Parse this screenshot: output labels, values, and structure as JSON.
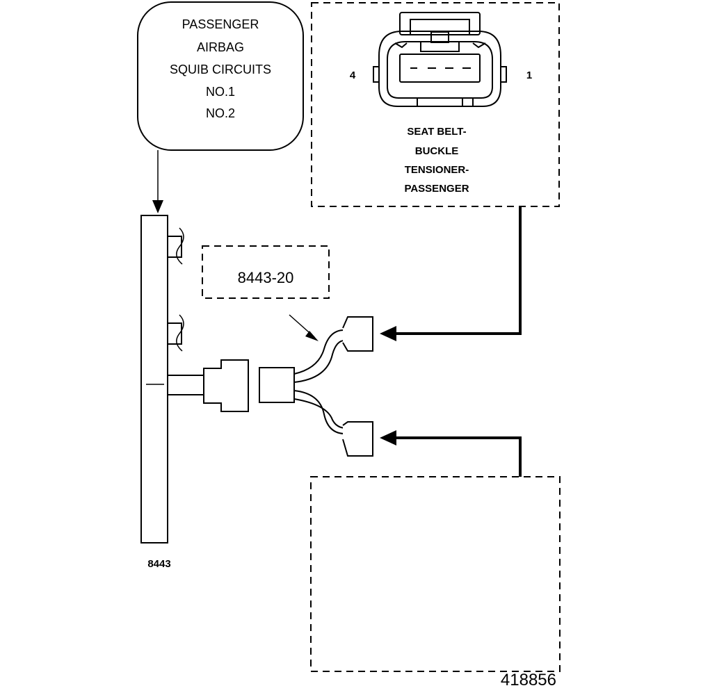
{
  "module_box": {
    "lines": [
      "PASSENGER",
      "AIRBAG",
      "SQUIB CIRCUITS",
      "NO.1",
      "NO.2"
    ]
  },
  "connector_box": {
    "pin_left": "4",
    "pin_right": "1",
    "lines": [
      "SEAT BELT-",
      "BUCKLE",
      "TENSIONER-",
      "PASSENGER"
    ]
  },
  "adapter_label": "8443-20",
  "tool_label": "8443",
  "figure_number": "418856"
}
